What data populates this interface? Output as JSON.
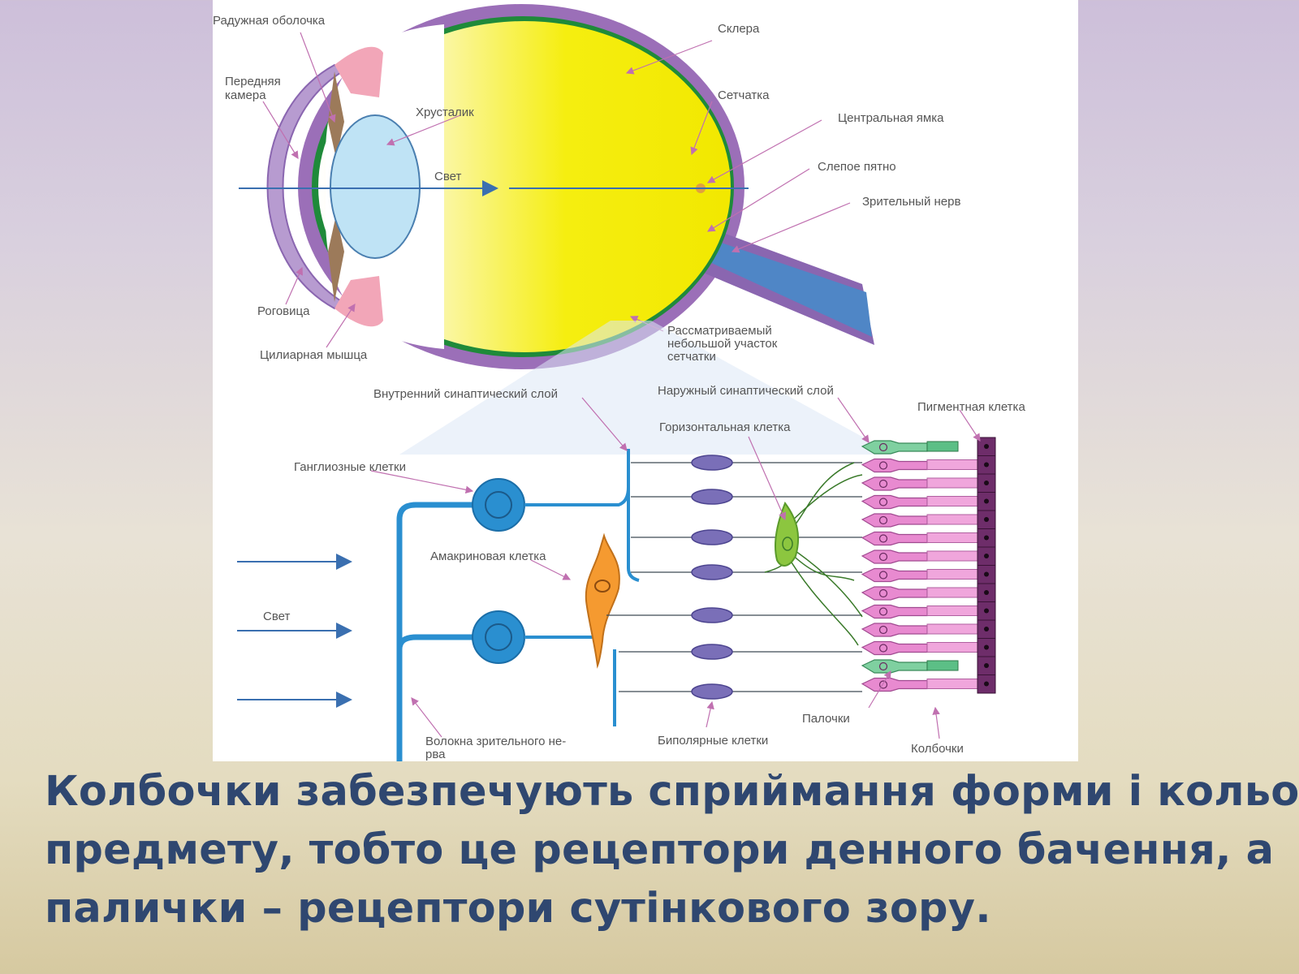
{
  "labels": {
    "iris": "Радужная оболочка",
    "anterior_chamber_1": "Передняя",
    "anterior_chamber_2": "камера",
    "lens": "Хрусталик",
    "light_eye": "Свет",
    "sclera": "Склера",
    "retina": "Сетчатка",
    "fovea": "Центральная ямка",
    "blind_spot": "Слепое пятно",
    "optic_nerve": "Зрительный нерв",
    "cornea": "Роговица",
    "ciliary_muscle": "Цилиарная мышца",
    "retina_area_1": "Рассматриваемый",
    "retina_area_2": "небольшой участок",
    "retina_area_3": "сетчатки",
    "inner_synaptic": "Внутренний синаптический слой",
    "outer_synaptic": "Наружный синаптический слой",
    "pigment_cell": "Пигментная клетка",
    "horizontal_cell": "Горизонтальная клетка",
    "ganglion_cells": "Ганглиозные клетки",
    "amacrine_cell": "Амакриновая клетка",
    "light_retina": "Свет",
    "rods": "Палочки",
    "nerve_fibers_1": "Волокна  зрительного  не-",
    "nerve_fibers_2": "рва",
    "bipolar_cells": "Биполярные клетки",
    "cones": "Колбочки"
  },
  "caption": {
    "line1": "Колбочки забезпечують сприймання форми і кольору",
    "line2": "предмету, тобто це рецептори денного бачення, а",
    "line3": "палички – рецептори сутінкового зору."
  },
  "colors": {
    "sclera": "#9b6fb8",
    "retina": "#1f8a3a",
    "vitreous": "#f5ee00",
    "lens": "#bfe3f5",
    "iris": "#9c7a5a",
    "neuron_blue": "#2a8fd0",
    "bipolar": "#7a6fb8",
    "horizontal": "#8cc63f",
    "amacrine": "#f59a30",
    "photoreceptor": "#e88ad0",
    "pigment": "#6e2d6a",
    "caption": "#2f4770"
  }
}
